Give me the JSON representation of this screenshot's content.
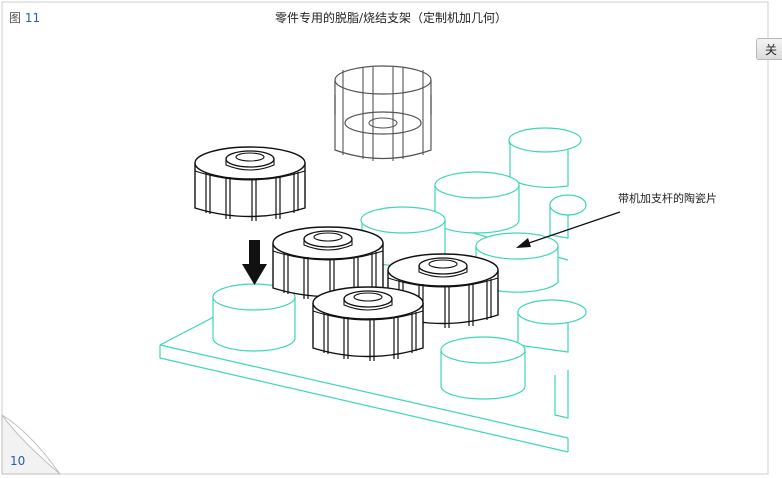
{
  "figure": {
    "label_prefix": "图",
    "label_number": "11"
  },
  "title": "零件专用的脱脂/烧结支架（定制机加几何）",
  "annotation": "带机加支杆的陶瓷片",
  "page_number": "10",
  "close_button": "关",
  "colors": {
    "ceramic": "#3fd6b8",
    "fixture": "#111111",
    "accent": "#2a5db0"
  },
  "icons": [
    "down-arrow-icon",
    "annotation-arrow-icon"
  ]
}
